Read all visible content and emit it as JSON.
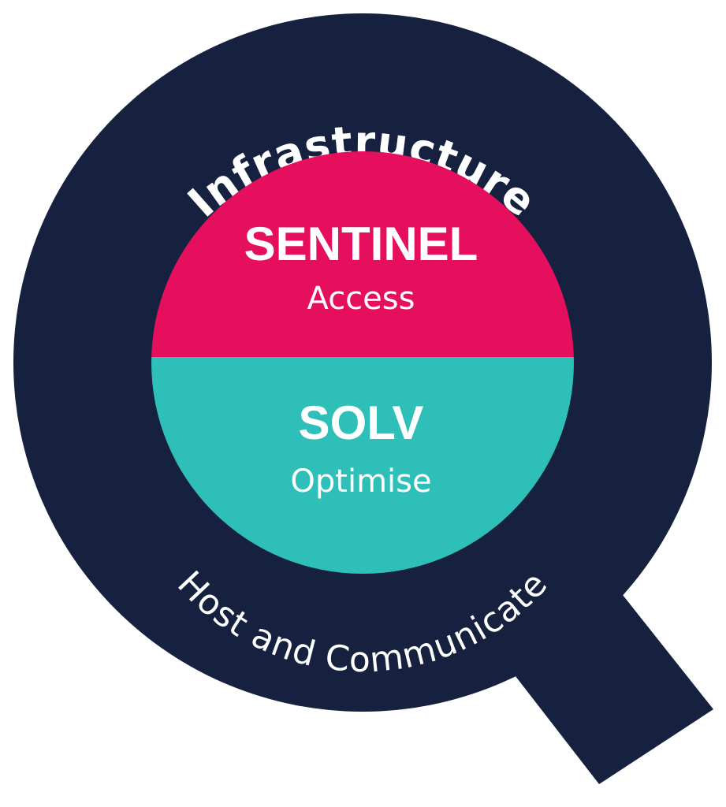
{
  "diagram": {
    "outer_ring": {
      "top_label": "Infrastructure",
      "bottom_label": "Host and Communicate",
      "color": "#15213F"
    },
    "segments": [
      {
        "title": "SENTINEL",
        "subtitle": "Access",
        "color": "#E50F5E"
      },
      {
        "title": "SOLV",
        "subtitle": "Optimise",
        "color": "#2EC0B8"
      }
    ]
  }
}
